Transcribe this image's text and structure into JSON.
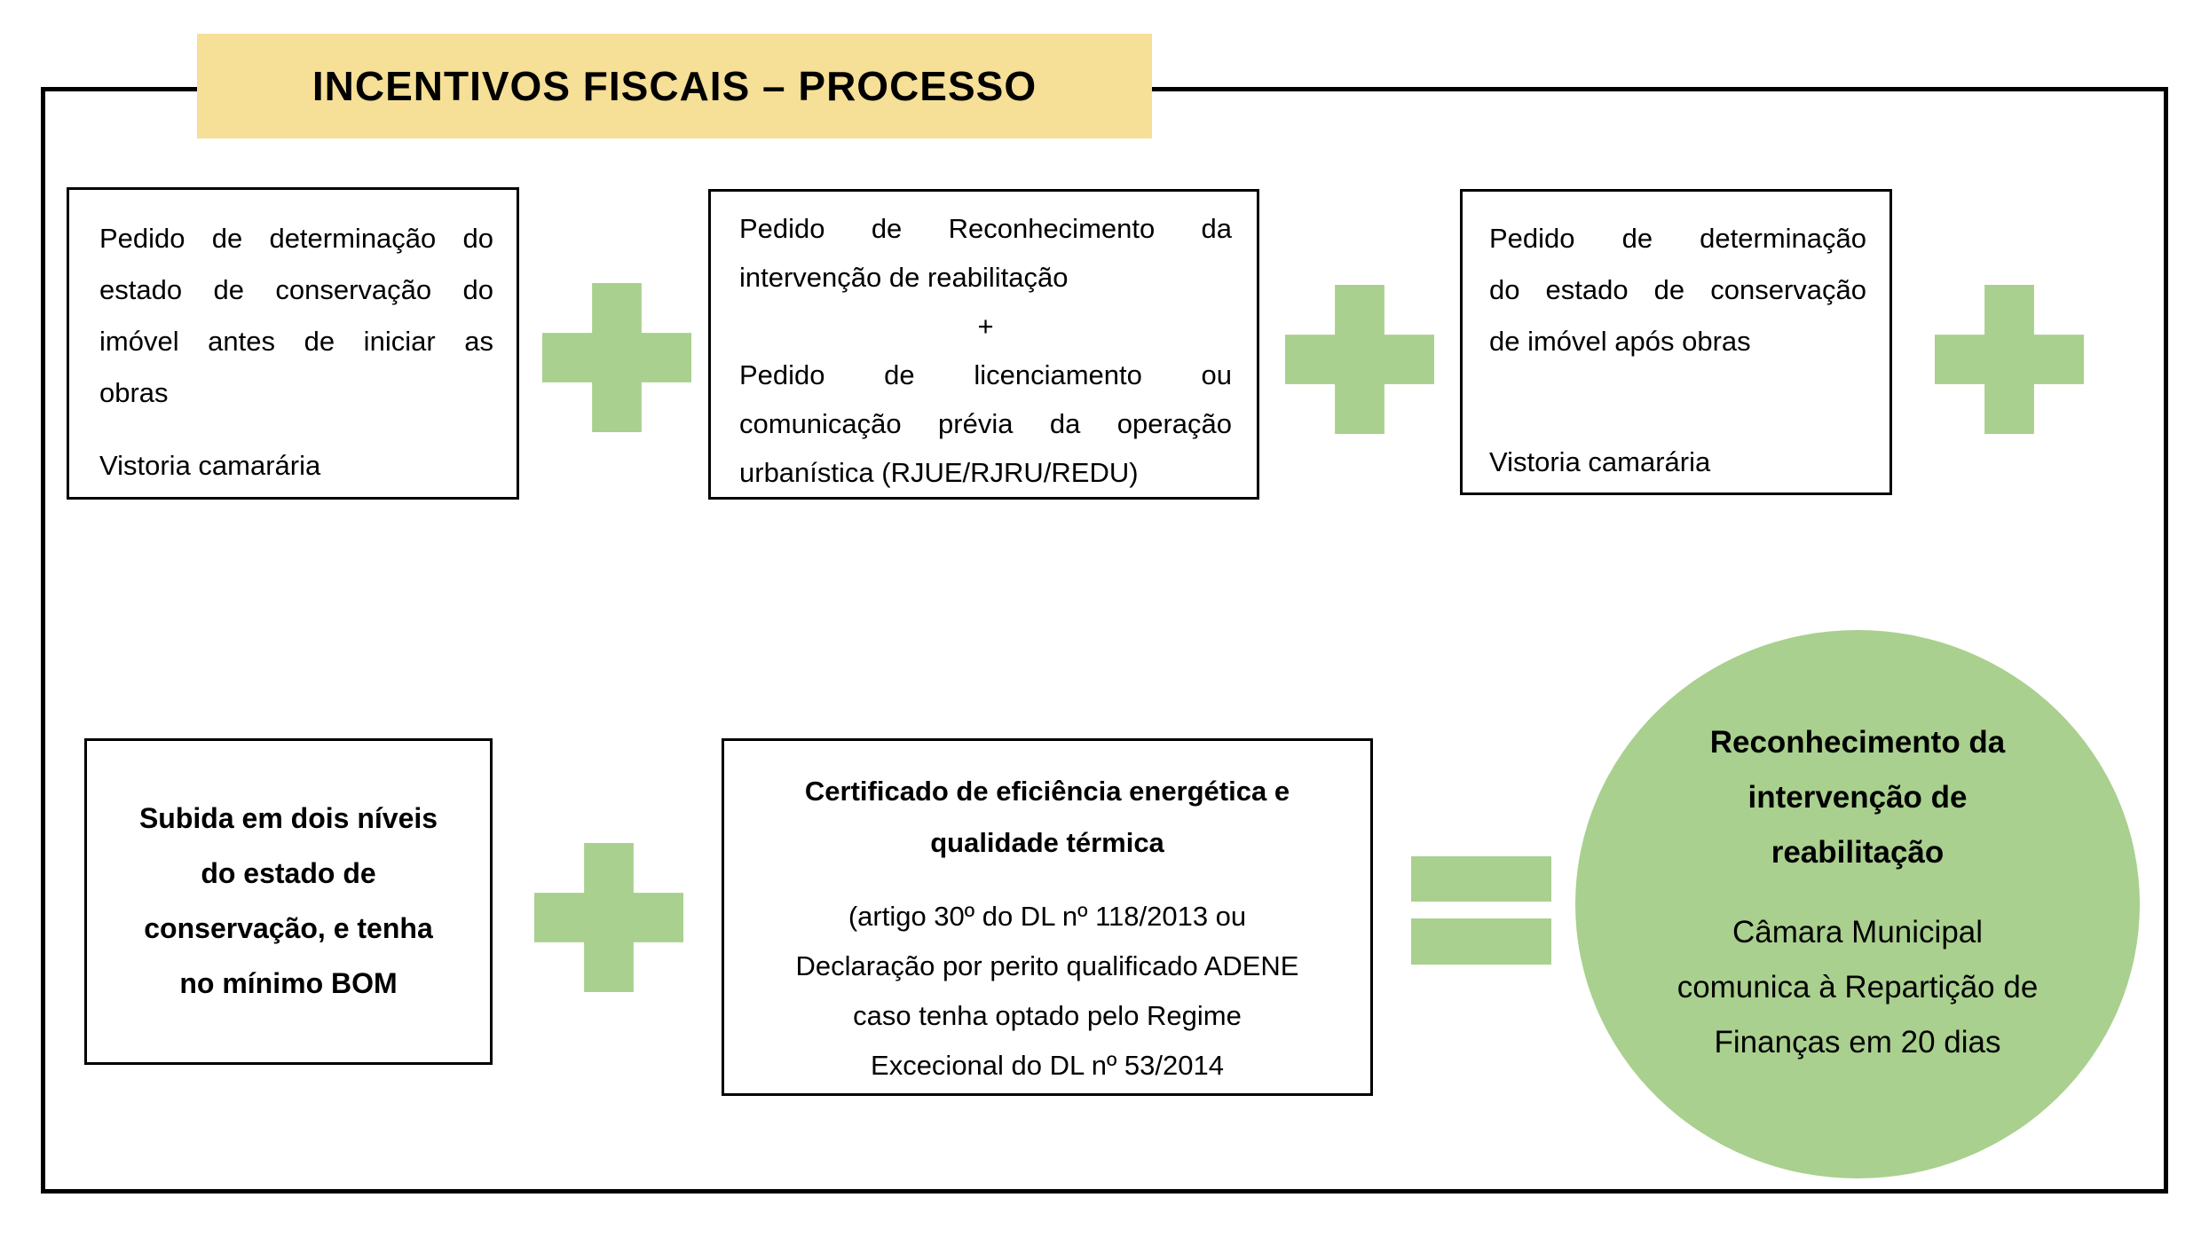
{
  "colors": {
    "green": "#A9D08E",
    "banner_yellow": "#F6DF96",
    "border_black": "#000000"
  },
  "title": "INCENTIVOS FISCAIS – PROCESSO",
  "operators": {
    "plus": "+",
    "equals": "="
  },
  "flow": {
    "step1": {
      "lines": [
        "Pedido de determinação do",
        "estado de conservação do",
        "imóvel antes de iniciar as",
        "obras"
      ],
      "note": "Vistoria camarária"
    },
    "step2": {
      "part1_lines": [
        "Pedido de Reconhecimento da",
        "intervenção de reabilitação"
      ],
      "joiner": "+",
      "part2_lines": [
        "Pedido de licenciamento ou",
        "comunicação prévia da operação",
        "urbanística (RJUE/RJRU/REDU)"
      ]
    },
    "step3": {
      "lines": [
        "Pedido de determinação",
        "do estado de conservação",
        "de imóvel após obras"
      ],
      "note": "Vistoria camarária"
    },
    "step4": {
      "lines": [
        "Subida em dois níveis",
        "do estado de",
        "conservação, e tenha",
        "no mínimo BOM"
      ]
    },
    "step5": {
      "heading_lines": [
        "Certificado de eficiência energética e",
        "qualidade térmica"
      ],
      "body_lines": [
        "(artigo 30º do DL nº 118/2013 ou",
        "Declaração por perito qualificado ADENE",
        "caso tenha optado pelo Regime",
        "Excecional do DL nº 53/2014"
      ]
    },
    "result": {
      "heading_lines": [
        "Reconhecimento da",
        "intervenção de",
        "reabilitação"
      ],
      "body_lines": [
        "Câmara Municipal",
        "comunica à Repartição de",
        "Finanças em 20 dias"
      ]
    }
  }
}
